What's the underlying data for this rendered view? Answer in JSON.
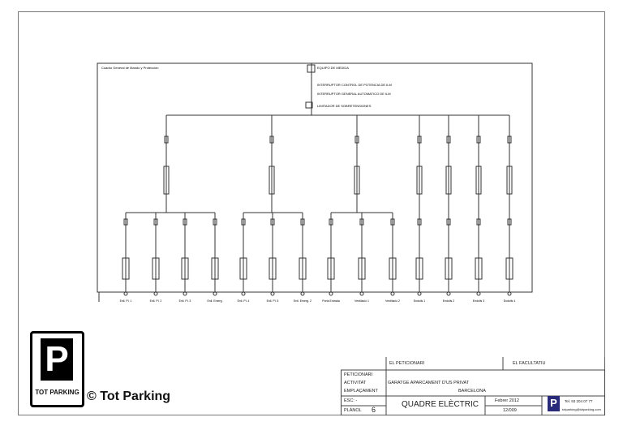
{
  "schematic": {
    "main_panel": "Cuadro General de Mando y Protección",
    "meter": "EQUIPO DE MEDIDA",
    "icp": "INTERRUPTOR CONTROL DE POTENCIA DE ILM",
    "iga": "INTERRUPTOR GENERAL AUTOMATICO DE ILM",
    "limiter": "LIMITADOR DE SOBRETENSIONES",
    "outputs": [
      "Enll. Pl. 1",
      "Enll. Pl. 2",
      "Enll. Pl. 3",
      "Enll. Emerg.",
      "Enll. Pl. 4",
      "Enll. Pl. 5",
      "Enll. Emerg. 2",
      "Porta Entrada",
      "Ventilació 1",
      "Ventilació 2",
      "Endolls 1",
      "Endolls 2",
      "Endolls 3",
      "Endolls 4"
    ]
  },
  "title_block": {
    "peticionari_header": "EL PETICIONARI",
    "facultatiu_header": "EL FACULTATIU",
    "labels": {
      "peticionari": "PETICIONARI",
      "activitat": "ACTIVITAT",
      "emplacament": "EMPLAÇAMENT",
      "esc": "ESC:  -",
      "planol": "PLÀNOL"
    },
    "activitat": "GARATGE APARCAMENT D'US PRIVAT",
    "emplacament": "BARCELONA",
    "plan_title": "QUADRE ELÈCTRIC",
    "planol_number": "6",
    "date": "Febrer 2012",
    "ref": "12/009",
    "tel": "Tel. 93 204 07 77",
    "email": "totparking@totparking.com"
  },
  "logo": {
    "letter": "P",
    "name": "TOT PARKING",
    "copyright": "© Tot Parking"
  }
}
